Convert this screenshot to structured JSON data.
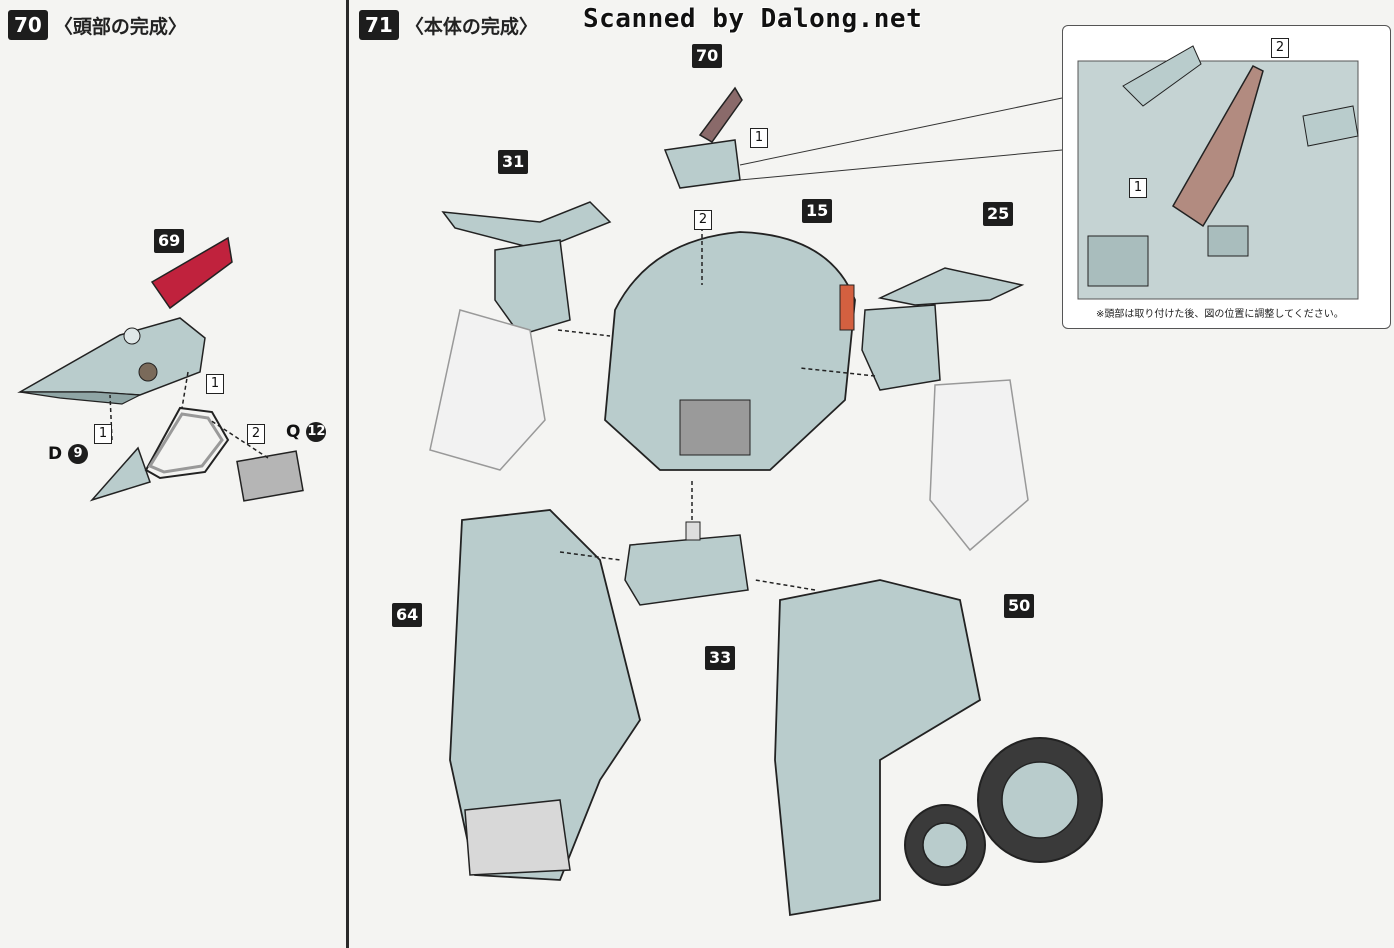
{
  "watermark": "Scanned by Dalong.net",
  "steps": [
    {
      "number": "70",
      "title": "〈頭部の完成〉"
    },
    {
      "number": "71",
      "title": "〈本体の完成〉"
    }
  ],
  "left_parts": {
    "head": "69",
    "d_part": "D",
    "d_num": "9",
    "q_part": "Q",
    "q_num": "12",
    "step1": "1",
    "step2": "2"
  },
  "right_parts": {
    "head": "70",
    "arm_left": "31",
    "body": "15",
    "arm_right": "25",
    "waist": "33",
    "leg_left": "64",
    "leg_right": "50",
    "step1": "1",
    "step2": "2"
  },
  "inset": {
    "step1": "1",
    "step2": "2",
    "note": "※頭部は取り付けた後、図の位置に調整してください。"
  },
  "colors": {
    "armor": "#b9cccc",
    "armor_dark": "#6f8585",
    "accent_red": "#c0223d",
    "frame_gray": "#8a8a8a"
  }
}
